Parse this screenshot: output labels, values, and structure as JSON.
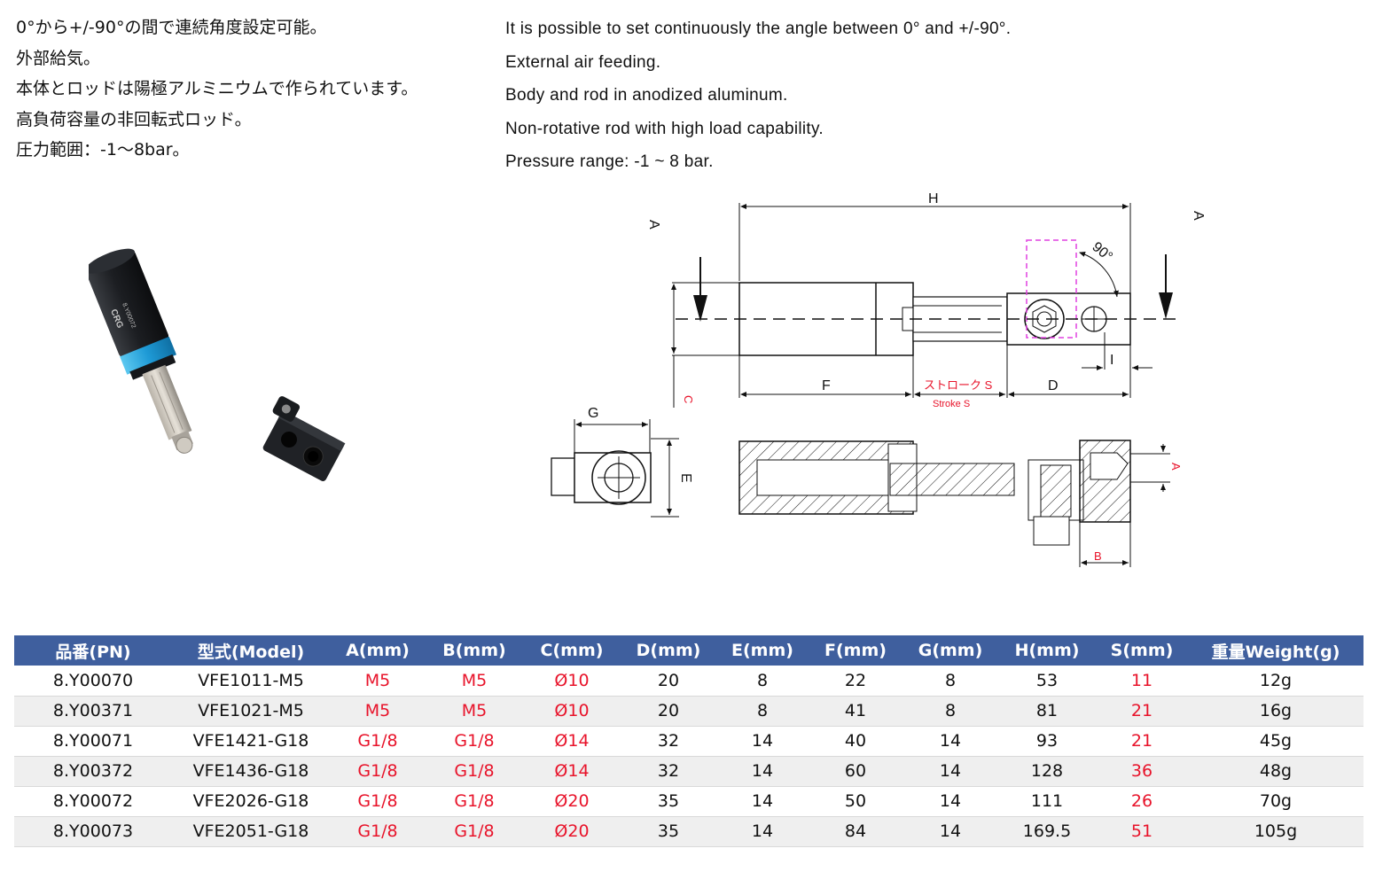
{
  "features_jp": [
    "0°から+/-90°の間で連続角度設定可能。",
    "外部給気。",
    "本体とロッドは陽極アルミニウムで作られています。",
    "高負荷容量の非回転式ロッド。",
    "圧力範囲：-1～8bar。"
  ],
  "features_en": [
    "It is possible to set continuously the angle between 0° and +/-90°.",
    "External air feeding.",
    "Body and rod in anodized aluminum.",
    "Non-rotative rod with high load capability.",
    "Pressure range: -1 ~ 8 bar."
  ],
  "product_photo": {
    "brand_mark": "CRG",
    "engraving": "8.Y00072"
  },
  "drawing": {
    "label_h": "H",
    "label_a": "A",
    "label_c": "C",
    "label_f": "F",
    "label_d": "D",
    "label_i": "I",
    "label_g": "G",
    "label_e": "E",
    "label_b": "B",
    "angle": "90°",
    "stroke_jp": "ストローク S",
    "stroke_en": "Stroke S"
  },
  "colors": {
    "header_bg": "#3f5f9e",
    "highlight_red": "#e8132a",
    "alt_row_bg": "#efefef",
    "accent_blue_ring": "#1e9ad6",
    "dashed_magenta": "#e040e0"
  },
  "table": {
    "headers": [
      "品番(PN)",
      "型式(Model)",
      "A(mm)",
      "B(mm)",
      "C(mm)",
      "D(mm)",
      "E(mm)",
      "F(mm)",
      "G(mm)",
      "H(mm)",
      "S(mm)",
      "重量Weight(g)"
    ],
    "rows": [
      [
        "8.Y00070",
        "VFE1011-M5",
        "M5",
        "M5",
        "Ø10",
        "20",
        "8",
        "22",
        "8",
        "53",
        "11",
        "12g"
      ],
      [
        "8.Y00371",
        "VFE1021-M5",
        "M5",
        "M5",
        "Ø10",
        "20",
        "8",
        "41",
        "8",
        "81",
        "21",
        "16g"
      ],
      [
        "8.Y00071",
        "VFE1421-G18",
        "G1/8",
        "G1/8",
        "Ø14",
        "32",
        "14",
        "40",
        "14",
        "93",
        "21",
        "45g"
      ],
      [
        "8.Y00372",
        "VFE1436-G18",
        "G1/8",
        "G1/8",
        "Ø14",
        "32",
        "14",
        "60",
        "14",
        "128",
        "36",
        "48g"
      ],
      [
        "8.Y00072",
        "VFE2026-G18",
        "G1/8",
        "G1/8",
        "Ø20",
        "35",
        "14",
        "50",
        "14",
        "111",
        "26",
        "70g"
      ],
      [
        "8.Y00073",
        "VFE2051-G18",
        "G1/8",
        "G1/8",
        "Ø20",
        "35",
        "14",
        "84",
        "14",
        "169.5",
        "51",
        "105g"
      ]
    ]
  }
}
